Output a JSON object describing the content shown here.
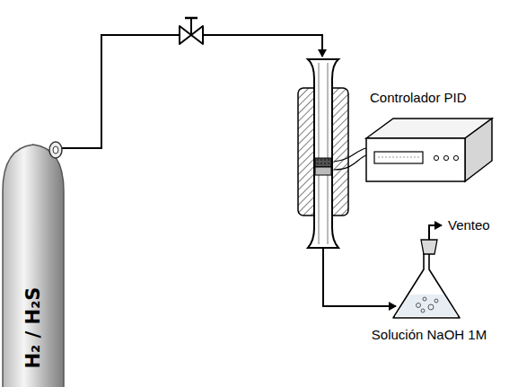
{
  "diagram": {
    "nodes": [
      {
        "text": [
          "H₂ / H₂S"
        ]
      },
      {
        "text": [
          "Controlador PID"
        ]
      },
      {
        "text": [
          "Solución NaOH 1M"
        ]
      }
    ],
    "labels": [
      "Venteo"
    ]
  }
}
